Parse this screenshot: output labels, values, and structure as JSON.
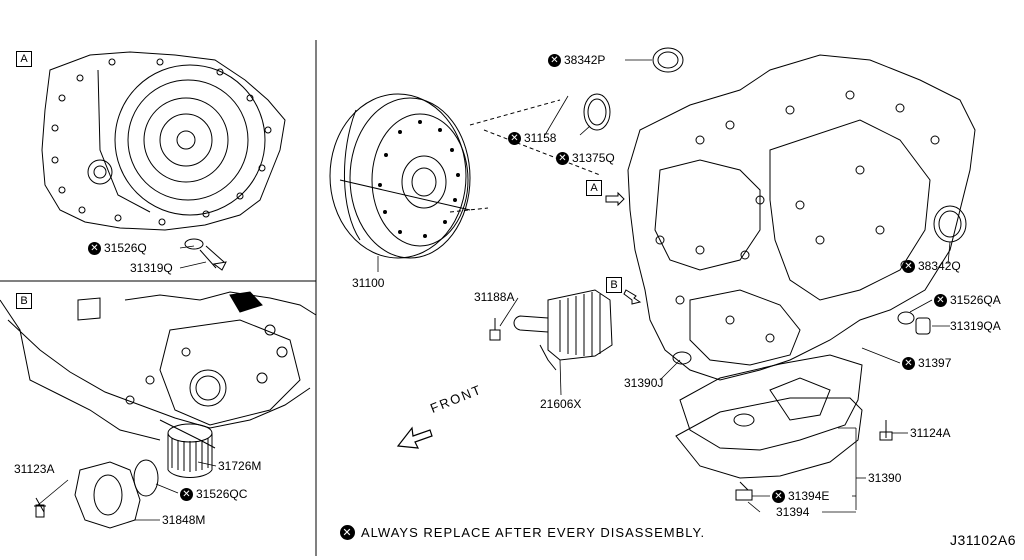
{
  "diagram_id": "J31102A6",
  "footnote": "ALWAYS REPLACE AFTER EVERY DISASSEMBLY.",
  "icons": {
    "replace_mark": "x-circle-icon"
  },
  "views": {
    "a": "A",
    "b": "B"
  },
  "direction": "FRONT",
  "callouts": {
    "p38342P": "38342P",
    "p31158": "31158",
    "p31375Q": "31375Q",
    "p38342Q": "38342Q",
    "p31100": "31100",
    "p31188A": "31188A",
    "p21606X": "21606X",
    "p31390J": "31390J",
    "p31526QA": "31526QA",
    "p31319QA": "31319QA",
    "p31397": "31397",
    "p31124A": "31124A",
    "p31390": "31390",
    "p31394E": "31394E",
    "p31394": "31394",
    "p31526Q": "31526Q",
    "p31319Q": "31319Q",
    "p31123A": "31123A",
    "p31726M": "31726M",
    "p31526QC": "31526QC",
    "p31848M": "31848M"
  }
}
